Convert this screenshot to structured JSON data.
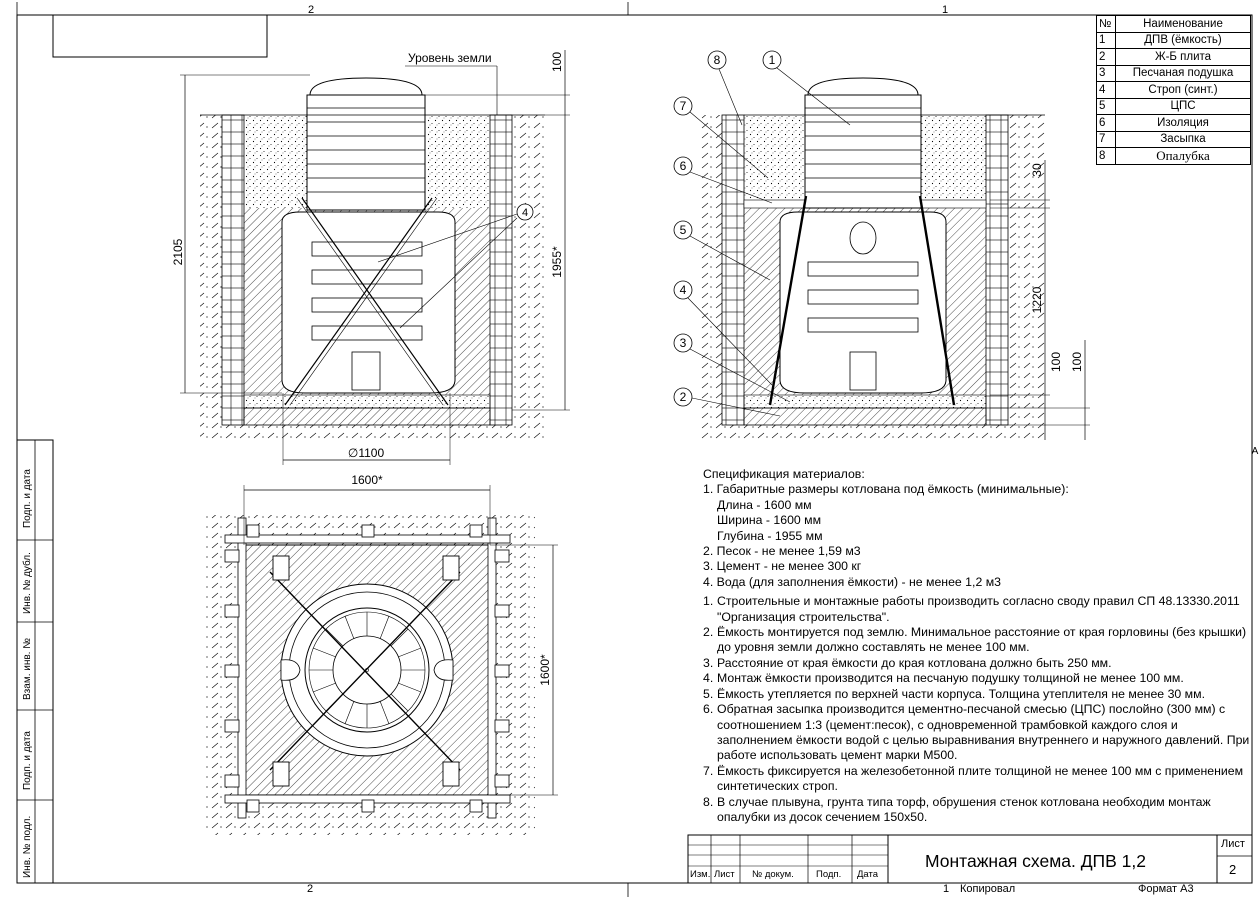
{
  "frame": {
    "zone_top_left": "2",
    "zone_top_right": "1",
    "zone_bottom_left": "2",
    "zone_bottom_right": "1",
    "zone_side": "A"
  },
  "side_stamps": [
    "Подп. и дата",
    "Инв. № дубл.",
    "Взам. инв. №",
    "Подп. и дата",
    "Инв. № подл."
  ],
  "drawing": {
    "ground_label": "Уровень земли",
    "dim_2105": "2105",
    "dim_1955": "1955*",
    "dim_100_top": "100",
    "dim_1100": "∅1100",
    "dim_1600_width": "1600*",
    "dim_1600_height": "1600*",
    "dim_30": "30",
    "dim_1220": "1220",
    "dim_100_a": "100",
    "dim_100_b": "100",
    "callouts": [
      "1",
      "2",
      "3",
      "4",
      "5",
      "6",
      "7",
      "8",
      "4"
    ]
  },
  "legend": {
    "header_num": "№",
    "header_name": "Наименование",
    "rows": [
      {
        "n": "1",
        "name": "ДПВ (ёмкость)"
      },
      {
        "n": "2",
        "name": "Ж-Б плита"
      },
      {
        "n": "3",
        "name": "Песчаная подушка"
      },
      {
        "n": "4",
        "name": "Строп (синт.)"
      },
      {
        "n": "5",
        "name": "ЦПС"
      },
      {
        "n": "6",
        "name": "Изоляция"
      },
      {
        "n": "7",
        "name": "Засыпка"
      },
      {
        "n": "8",
        "name": "Опалубка"
      }
    ]
  },
  "spec": {
    "title": "Спецификация материалов:",
    "item1": "1. Габаритные размеры котлована под ёмкость (минимальные):",
    "length": "Длина - 1600 мм",
    "width": "Ширина - 1600 мм",
    "depth": "Глубина - 1955 мм",
    "item2": "2. Песок - не менее 1,59 м3",
    "item3": "3. Цемент - не менее 300 кг",
    "item4": "4. Вода (для заполнения ёмкости) - не менее 1,2 м3",
    "notes": [
      {
        "n": "1.",
        "text": "Строительные и монтажные работы производить согласно своду правил СП 48.13330.2011 \"Организация строительства\"."
      },
      {
        "n": "2.",
        "text": "Ёмкость монтируется под землю. Минимальное расстояние от края горловины (без крышки) до уровня земли должно составлять не менее 100 мм."
      },
      {
        "n": "3.",
        "text": "Расстояние от края ёмкости до края котлована должно быть 250 мм."
      },
      {
        "n": "4.",
        "text": "Монтаж ёмкости производится на песчаную подушку толщиной не менее 100 мм."
      },
      {
        "n": "5.",
        "text": "Ёмкость утепляется по верхней части корпуса. Толщина утеплителя не менее 30 мм."
      },
      {
        "n": "6.",
        "text": "Обратная засыпка производится цементно-песчаной смесью (ЦПС) послойно (300 мм) с соотношением 1:3 (цемент:песок), с одновременной трамбовкой каждого слоя и заполнением ёмкости водой с целью выравнивания внутреннего и наружного давлений. При работе использовать цемент марки М500."
      },
      {
        "n": "7.",
        "text": "Ёмкость фиксируется на железобетонной плите толщиной не менее 100 мм с применением синтетических строп."
      },
      {
        "n": "8.",
        "text": "В случае плывуна, грунта типа торф, обрушения стенок котлована необходим монтаж опалубки из досок сечением 150x50."
      }
    ]
  },
  "title_block": {
    "title": "Монтажная схема. ДПВ 1,2",
    "col_izm": "Изм.",
    "col_list": "Лист",
    "col_doc": "№ докум.",
    "col_sign": "Подп.",
    "col_date": "Дата",
    "sheet_label": "Лист",
    "sheet_number": "2",
    "copied": "Копировал",
    "format": "Формат А3"
  }
}
